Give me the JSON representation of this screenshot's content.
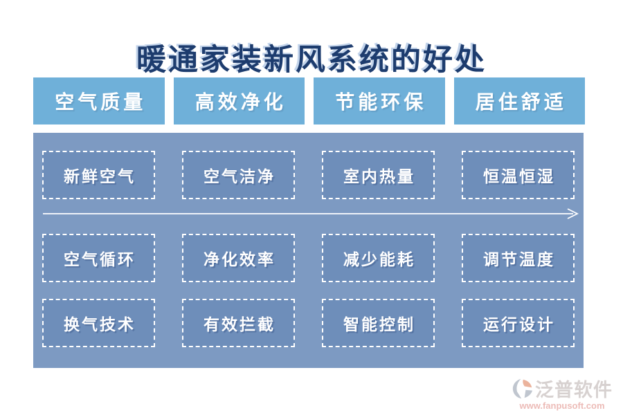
{
  "title": "暖通家装新风系统的好处",
  "headers": [
    {
      "label": "空气质量"
    },
    {
      "label": "高效净化"
    },
    {
      "label": "节能环保"
    },
    {
      "label": "居住舒适"
    }
  ],
  "rows": [
    [
      "新鲜空气",
      "空气洁净",
      "室内热量",
      "恒温恒湿"
    ],
    [
      "空气循环",
      "净化效率",
      "减少能耗",
      "调节温度"
    ],
    [
      "换气技术",
      "有效拦截",
      "智能控制",
      "运行设计"
    ]
  ],
  "watermark": {
    "brand": "泛普软件",
    "url": "www.fanpusoft.com"
  },
  "colors": {
    "header-blue": "#6fb0d9",
    "panel-blue": "#7d9ac2",
    "box-blue": "#6e8eba",
    "title-navy": "#1d3c6e",
    "wm-gray": "#c0b6b4",
    "wm-salmon": "#e2938c"
  }
}
